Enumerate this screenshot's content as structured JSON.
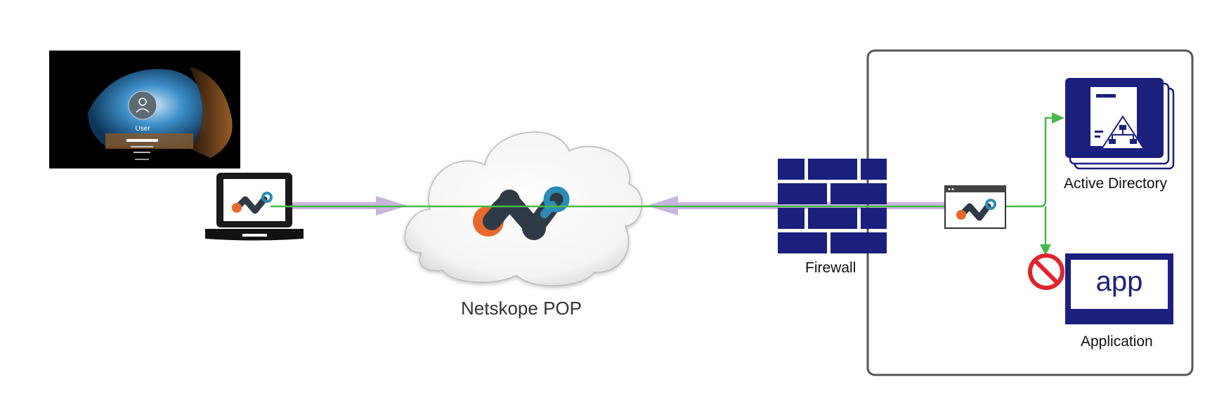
{
  "labels": {
    "pop": "Netskope POP",
    "firewall": "Firewall",
    "active_directory": "Active Directory",
    "application": "Application",
    "app_box_text": "app",
    "login_user": "User"
  },
  "colors": {
    "navy": "#1b1f7e",
    "tunnel": "#c9b6dd",
    "flow": "#49b84a",
    "block": "#e0242b",
    "logo_orange": "#e9692c",
    "logo_dark": "#2e3a45",
    "logo_blue": "#2a8cb4"
  },
  "icons": [
    "login-screen-image",
    "laptop-icon",
    "cloud-icon",
    "netskope-logo-icon",
    "firewall-icon",
    "publisher-icon",
    "server-icon",
    "block-icon"
  ]
}
